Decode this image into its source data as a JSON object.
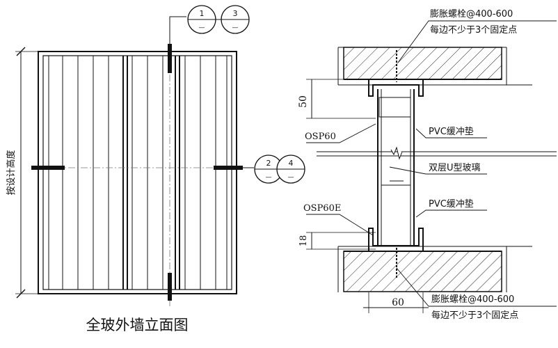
{
  "elevation": {
    "title": "全玻外墙立面图",
    "height_label": "按设计高度",
    "callout_top": {
      "left": "1",
      "right": "3",
      "left_sub": "—",
      "right_sub": "—"
    },
    "callout_mid": {
      "left": "2",
      "right": "4",
      "left_sub": "—",
      "right_sub": "—"
    }
  },
  "section": {
    "bolt_top_line1": "膨胀螺栓@400-600",
    "bolt_top_line2": "每边不少于3个固定点",
    "bolt_bottom_line1": "膨胀螺栓@400-600",
    "bolt_bottom_line2": "每边不少于3个固定点",
    "profile_top": "OSP60",
    "profile_bottom": "OSP60E",
    "pad_top": "PVC缓冲垫",
    "pad_bottom": "PVC缓冲垫",
    "glass": "双层U型玻璃",
    "dim_50": "50",
    "dim_18": "18",
    "dim_60": "60"
  }
}
